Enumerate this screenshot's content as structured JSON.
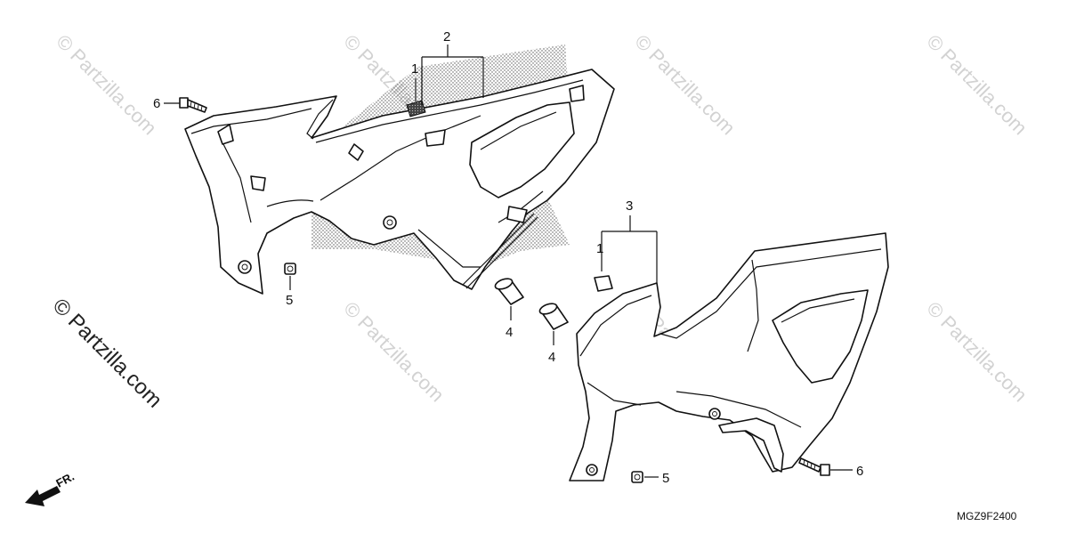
{
  "watermark": {
    "repeat_text": "© Partzilla.com",
    "side_text": "© Partzilla.com"
  },
  "diagram_code": "MGZ9F2400",
  "direction_label": "FR.",
  "callouts": [
    {
      "id": "callout-2-top",
      "label": "2"
    },
    {
      "id": "callout-1-top",
      "label": "1"
    },
    {
      "id": "callout-6-left",
      "label": "6"
    },
    {
      "id": "callout-5-left",
      "label": "5"
    },
    {
      "id": "callout-3",
      "label": "3"
    },
    {
      "id": "callout-1-right",
      "label": "1"
    },
    {
      "id": "callout-4-a",
      "label": "4"
    },
    {
      "id": "callout-4-b",
      "label": "4"
    },
    {
      "id": "callout-5-right",
      "label": "5"
    },
    {
      "id": "callout-6-right",
      "label": "6"
    }
  ],
  "icons": {
    "direction": "arrow-fr-icon",
    "bolt": "bolt-icon",
    "nut": "grommet-nut-icon",
    "collar": "rubber-collar-icon",
    "emblem": "emblem-decal-icon"
  }
}
